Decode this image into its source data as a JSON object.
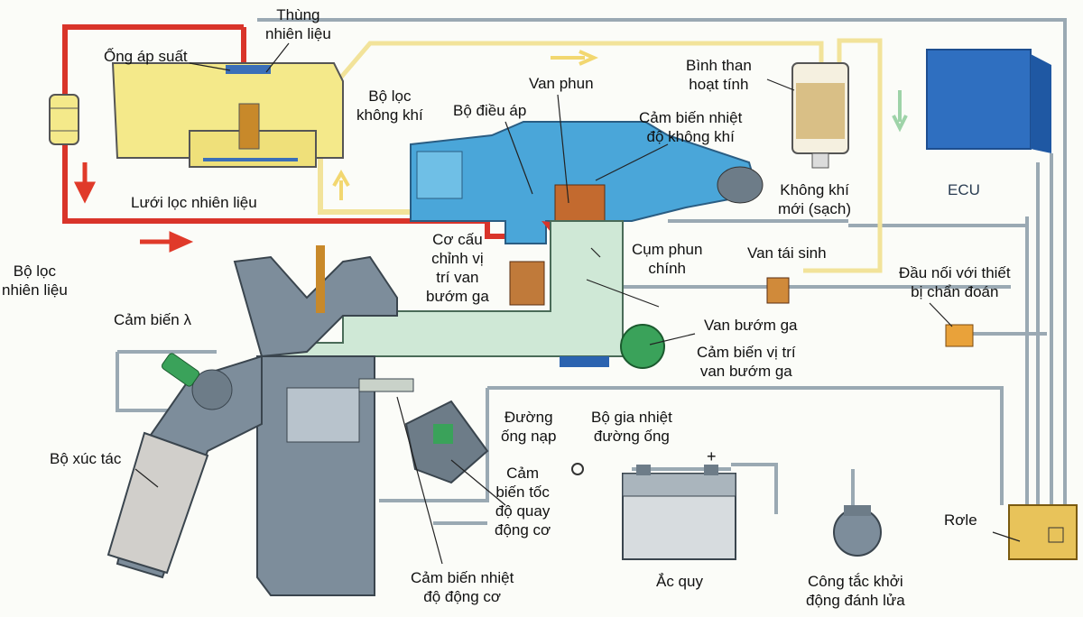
{
  "labels": {
    "ong_ap_suat": "Ống áp suất",
    "thung_nhien_lieu": "Thùng\nnhiên liệu",
    "bo_loc_khong_khi": "Bộ lọc\nkhông khí",
    "bo_dieu_ap": "Bộ điều áp",
    "van_phun": "Van phun",
    "binh_than": "Bình than\nhoạt tính",
    "cam_bien_nhiet_kk": "Cảm biến nhiệt\nđộ không khí",
    "ecu": "ECU",
    "luoi_loc": "Lưới lọc nhiên liệu",
    "khong_khi_moi": "Không khí\nmới (sạch)",
    "bo_loc_nhien_lieu": "Bộ lọc\nnhiên liệu",
    "co_cau": "Cơ cấu\nchỉnh vị\ntrí van\nbướm ga",
    "cum_phun": "Cụm phun\nchính",
    "van_tai_sinh": "Van tái sinh",
    "dau_noi": "Đầu nối với thiết\nbị chẩn đoán",
    "cam_bien_lambda": "Cảm biến λ",
    "van_buom_ga": "Van bướm ga",
    "cam_bien_vi_tri": "Cảm biến vị trí\nvan bướm ga",
    "duong_ong_nap": "Đường\nống nạp",
    "bo_gia_nhiet": "Bộ gia nhiệt\nđường ống",
    "bo_xuc_tac": "Bộ xúc tác",
    "cam_bien_toc_do": "Cảm\nbiến tốc\nđộ quay\nđộng cơ",
    "ac_quy": "Ắc quy",
    "cong_tac": "Công tắc khởi\nđộng đánh lửa",
    "role": "Rơle",
    "cam_bien_nhiet_dc": "Cảm biến nhiệt\nđộ động cơ",
    "battery_plus": "+"
  },
  "colors": {
    "fuel_line": "#d9342a",
    "return_line": "#f2e39a",
    "tank": "#f4e98a",
    "intake_blue": "#4aa6d9",
    "manifold_green": "#cfe8d6",
    "engine_grey": "#7d8d9b",
    "ecu_blue": "#2f6fc0",
    "wire_grey": "#9aa9b3",
    "relay_yellow": "#e8c35a",
    "arrow_red": "#e03a2a"
  }
}
